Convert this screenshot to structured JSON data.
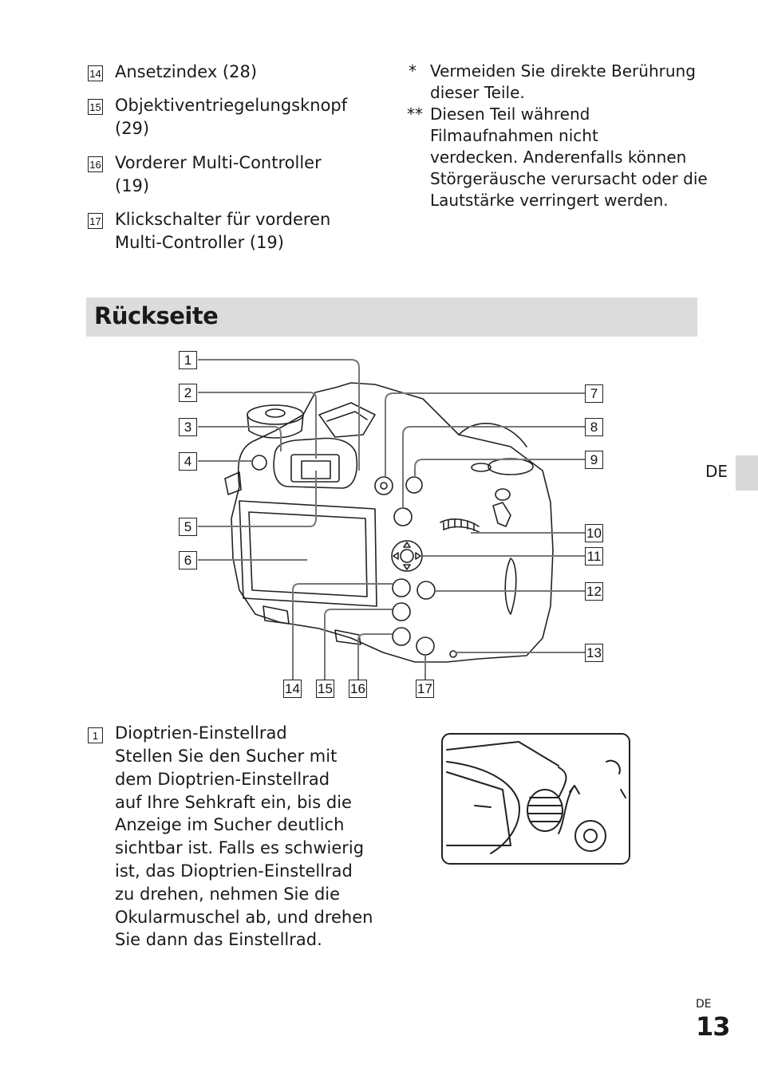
{
  "top_list": [
    {
      "num": "14",
      "lines": [
        "Ansetzindex (28)"
      ]
    },
    {
      "num": "15",
      "lines": [
        "Objektiventriegelungsknopf",
        "(29)"
      ]
    },
    {
      "num": "16",
      "lines": [
        "Vorderer Multi-Controller",
        "(19)"
      ]
    },
    {
      "num": "17",
      "lines": [
        "Klickschalter für vorderen",
        "Multi-Controller (19)"
      ]
    }
  ],
  "notes": [
    {
      "mark": "*",
      "lines": [
        "Vermeiden Sie direkte Berührung",
        "dieser Teile."
      ]
    },
    {
      "mark": "**",
      "lines": [
        "Diesen Teil während",
        "Filmaufnahmen nicht",
        "verdecken. Anderenfalls können",
        "Störgeräusche verursacht oder die",
        "Lautstärke verringert werden."
      ]
    }
  ],
  "section": {
    "title": "Rückseite"
  },
  "side_tab": {
    "label": "DE"
  },
  "callouts": {
    "left": [
      "1",
      "2",
      "3",
      "4",
      "5",
      "6"
    ],
    "right": [
      "7",
      "8",
      "9",
      "10",
      "11",
      "12",
      "13"
    ],
    "bottom": [
      "14",
      "15",
      "16",
      "17"
    ]
  },
  "description": {
    "num": "1",
    "title": "Dioptrien-Einstellrad",
    "body_lines": [
      "Stellen Sie den Sucher mit",
      "dem Dioptrien-Einstellrad",
      "auf Ihre Sehkraft ein, bis die",
      "Anzeige im Sucher deutlich",
      "sichtbar ist. Falls es schwierig",
      "ist, das Dioptrien-Einstellrad",
      "zu drehen, nehmen Sie die",
      "Okularmuschel ab, und drehen",
      "Sie dann das Einstellrad."
    ]
  },
  "footer": {
    "lang": "DE",
    "page": "13"
  }
}
